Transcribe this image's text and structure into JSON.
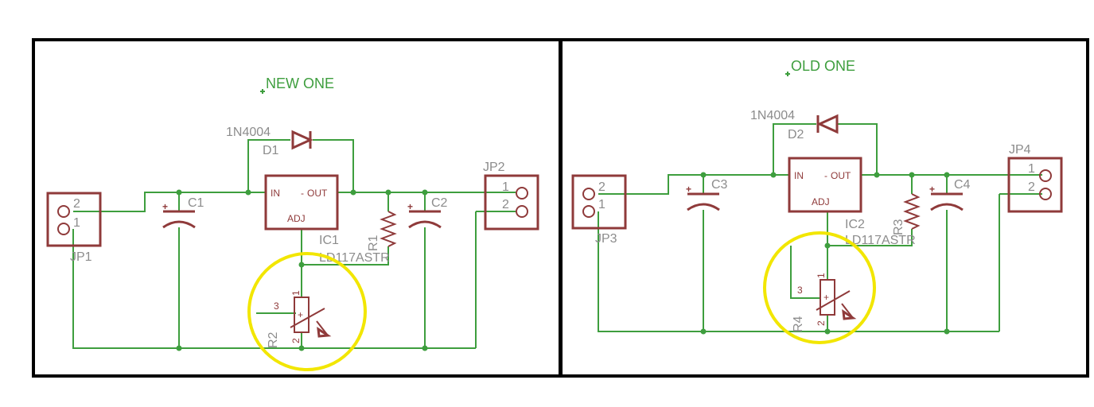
{
  "panels": [
    {
      "title": "NEW ONE",
      "regulator": {
        "ref": "IC1",
        "value": "LD117ASTR",
        "in": "IN",
        "out": "OUT",
        "adj": "ADJ"
      },
      "diode": {
        "ref": "D1",
        "value": "1N4004"
      },
      "caps": [
        "C1",
        "C2"
      ],
      "resistor": "R1",
      "pot": {
        "ref": "R2",
        "pin1": "1",
        "pin2": "2",
        "pin3": "3"
      },
      "jp_in": {
        "ref": "JP1",
        "pinA": "2",
        "pinB": "1"
      },
      "jp_out": {
        "ref": "JP2",
        "pinA": "1",
        "pinB": "2"
      }
    },
    {
      "title": "OLD ONE",
      "regulator": {
        "ref": "IC2",
        "value": "LD117ASTR",
        "in": "IN",
        "out": "OUT",
        "adj": "ADJ"
      },
      "diode": {
        "ref": "D2",
        "value": "1N4004"
      },
      "caps": [
        "C3",
        "C4"
      ],
      "resistor": "R3",
      "pot": {
        "ref": "R4",
        "pin1": "1",
        "pin2": "2",
        "pin3": "3"
      },
      "jp_in": {
        "ref": "JP3",
        "pinA": "2",
        "pinB": "1"
      },
      "jp_out": {
        "ref": "JP4",
        "pinA": "1",
        "pinB": "2"
      }
    }
  ],
  "colors": {
    "wire": "#3e9e3e",
    "part": "#8f3a3a",
    "label": "#8c8c8c",
    "highlight": "#f2e600",
    "frame": "#000000"
  }
}
